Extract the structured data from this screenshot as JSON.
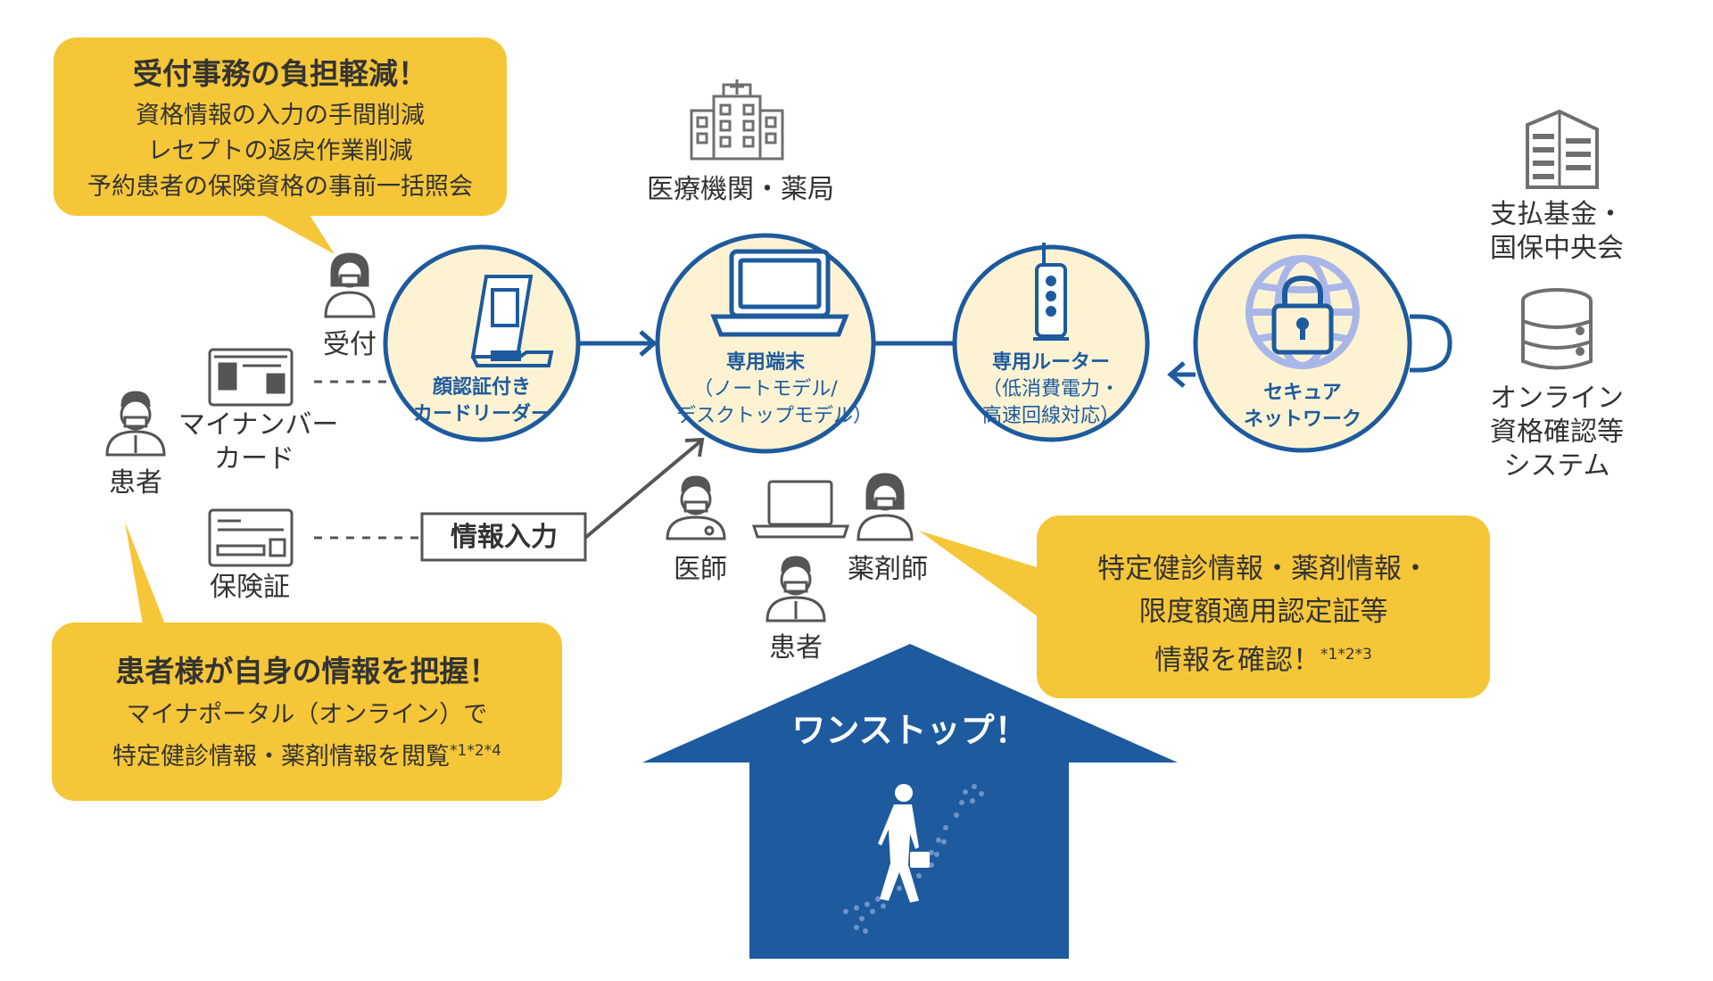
{
  "bubble_reception": {
    "title": "受付事務の負担軽減！",
    "lines": [
      "資格情報の入力の手間削減",
      "レセプトの返戻作業削減",
      "予約患者の保険資格の事前一括照会"
    ]
  },
  "bubble_patient": {
    "title": "患者様が自身の情報を把握！",
    "line1": "マイナポータル（オンライン）で",
    "line2": "特定健診情報・薬剤情報を閲覧",
    "footnote": "*1*2*4"
  },
  "bubble_doctor": {
    "line1": "特定健診情報・薬剤情報・",
    "line2": "限度額適用認定証等",
    "line3": "情報を確認！",
    "footnote": "*1*2*3"
  },
  "labels": {
    "medical": "医療機関・薬局",
    "fund_line1": "支払基金・",
    "fund_line2": "国保中央会",
    "system_line1": "オンライン",
    "system_line2": "資格確認等",
    "system_line3": "システム",
    "reception": "受付",
    "patient_left": "患者",
    "mynumber_line1": "マイナンバー",
    "mynumber_line2": "カード",
    "insurance": "保険証",
    "info_input": "情報入力",
    "doctor": "医師",
    "pharmacist": "薬剤師",
    "patient_bottom": "患者",
    "onestop": "ワンストップ！"
  },
  "circles": {
    "reader_line1": "顔認証付き",
    "reader_line2": "カードリーダー",
    "terminal_title": "専用端末",
    "terminal_sub1": "（ノートモデル/",
    "terminal_sub2": "デスクトップモデル）",
    "router_title": "専用ルーター",
    "router_sub1": "（低消費電力・",
    "router_sub2": "高速回線対応）",
    "network_line1": "セキュア",
    "network_line2": "ネットワーク"
  },
  "colors": {
    "accent_blue": "#1d5a9e",
    "bubble_yellow": "#f5c638",
    "circle_fill": "#fdf3d3",
    "icon_gray": "#6f6f6f"
  }
}
